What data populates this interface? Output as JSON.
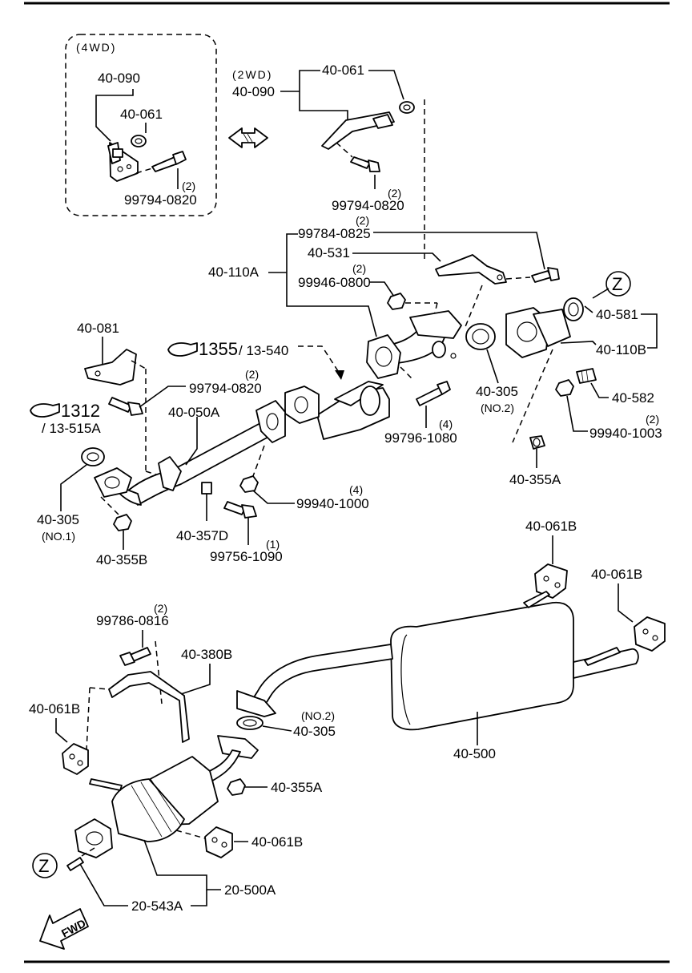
{
  "diagram": {
    "variant_labels": {
      "four_wd": "(4WD)",
      "two_wd": "(2WD)"
    },
    "callouts": {
      "ref_1355": "1355",
      "ref_13_540": "/ 13-540",
      "ref_1312": "1312",
      "ref_13_515A": "/ 13-515A",
      "fwd": "FWD",
      "z_top": "Z",
      "z_bottom": "Z"
    },
    "parts": {
      "p4wd_40_090": "40-090",
      "p4wd_40_061": "40-061",
      "p4wd_bolt": "99794-0820",
      "p4wd_bolt_qty": "(2)",
      "p2wd_40_061": "40-061",
      "p2wd_40_090": "40-090",
      "p2wd_bolt": "99794-0820",
      "p2wd_bolt_qty": "(2)",
      "p_99784_qty": "(2)",
      "p_99784": "99784-0825",
      "p_40_531": "40-531",
      "p_40_110A": "40-110A",
      "p_99946_qty": "(2)",
      "p_99946": "99946-0800",
      "p_40_581": "40-581",
      "p_40_110B": "40-110B",
      "p_40_582": "40-582",
      "p_40_305_no2_top": "40-305",
      "p_no2_top": "(NO.2)",
      "p_99940_1003_qty": "(2)",
      "p_99940_1003": "99940-1003",
      "p_40_355A_top": "40-355A",
      "p_99796_qty": "(4)",
      "p_99796": "99796-1080",
      "p_40_081": "40-081",
      "p_99794_mid_qty": "(2)",
      "p_99794_mid": "99794-0820",
      "p_40_050A": "40-050A",
      "p_99940_1000_qty": "(4)",
      "p_99940_1000": "99940-1000",
      "p_40_305_no1": "40-305",
      "p_no1": "(NO.1)",
      "p_40_357D": "40-357D",
      "p_99756_qty": "(1)",
      "p_99756": "99756-1090",
      "p_40_355B": "40-355B",
      "p_40_061B_a": "40-061B",
      "p_40_061B_b": "40-061B",
      "p_99786_qty": "(2)",
      "p_99786": "99786-0816",
      "p_40_380B": "40-380B",
      "p_40_061B_c": "40-061B",
      "p_no2_bottom": "(NO.2)",
      "p_40_305_bottom": "40-305",
      "p_40_500": "40-500",
      "p_40_355A_bottom": "40-355A",
      "p_40_061B_d": "40-061B",
      "p_20_500A": "20-500A",
      "p_20_543A": "20-543A"
    }
  }
}
